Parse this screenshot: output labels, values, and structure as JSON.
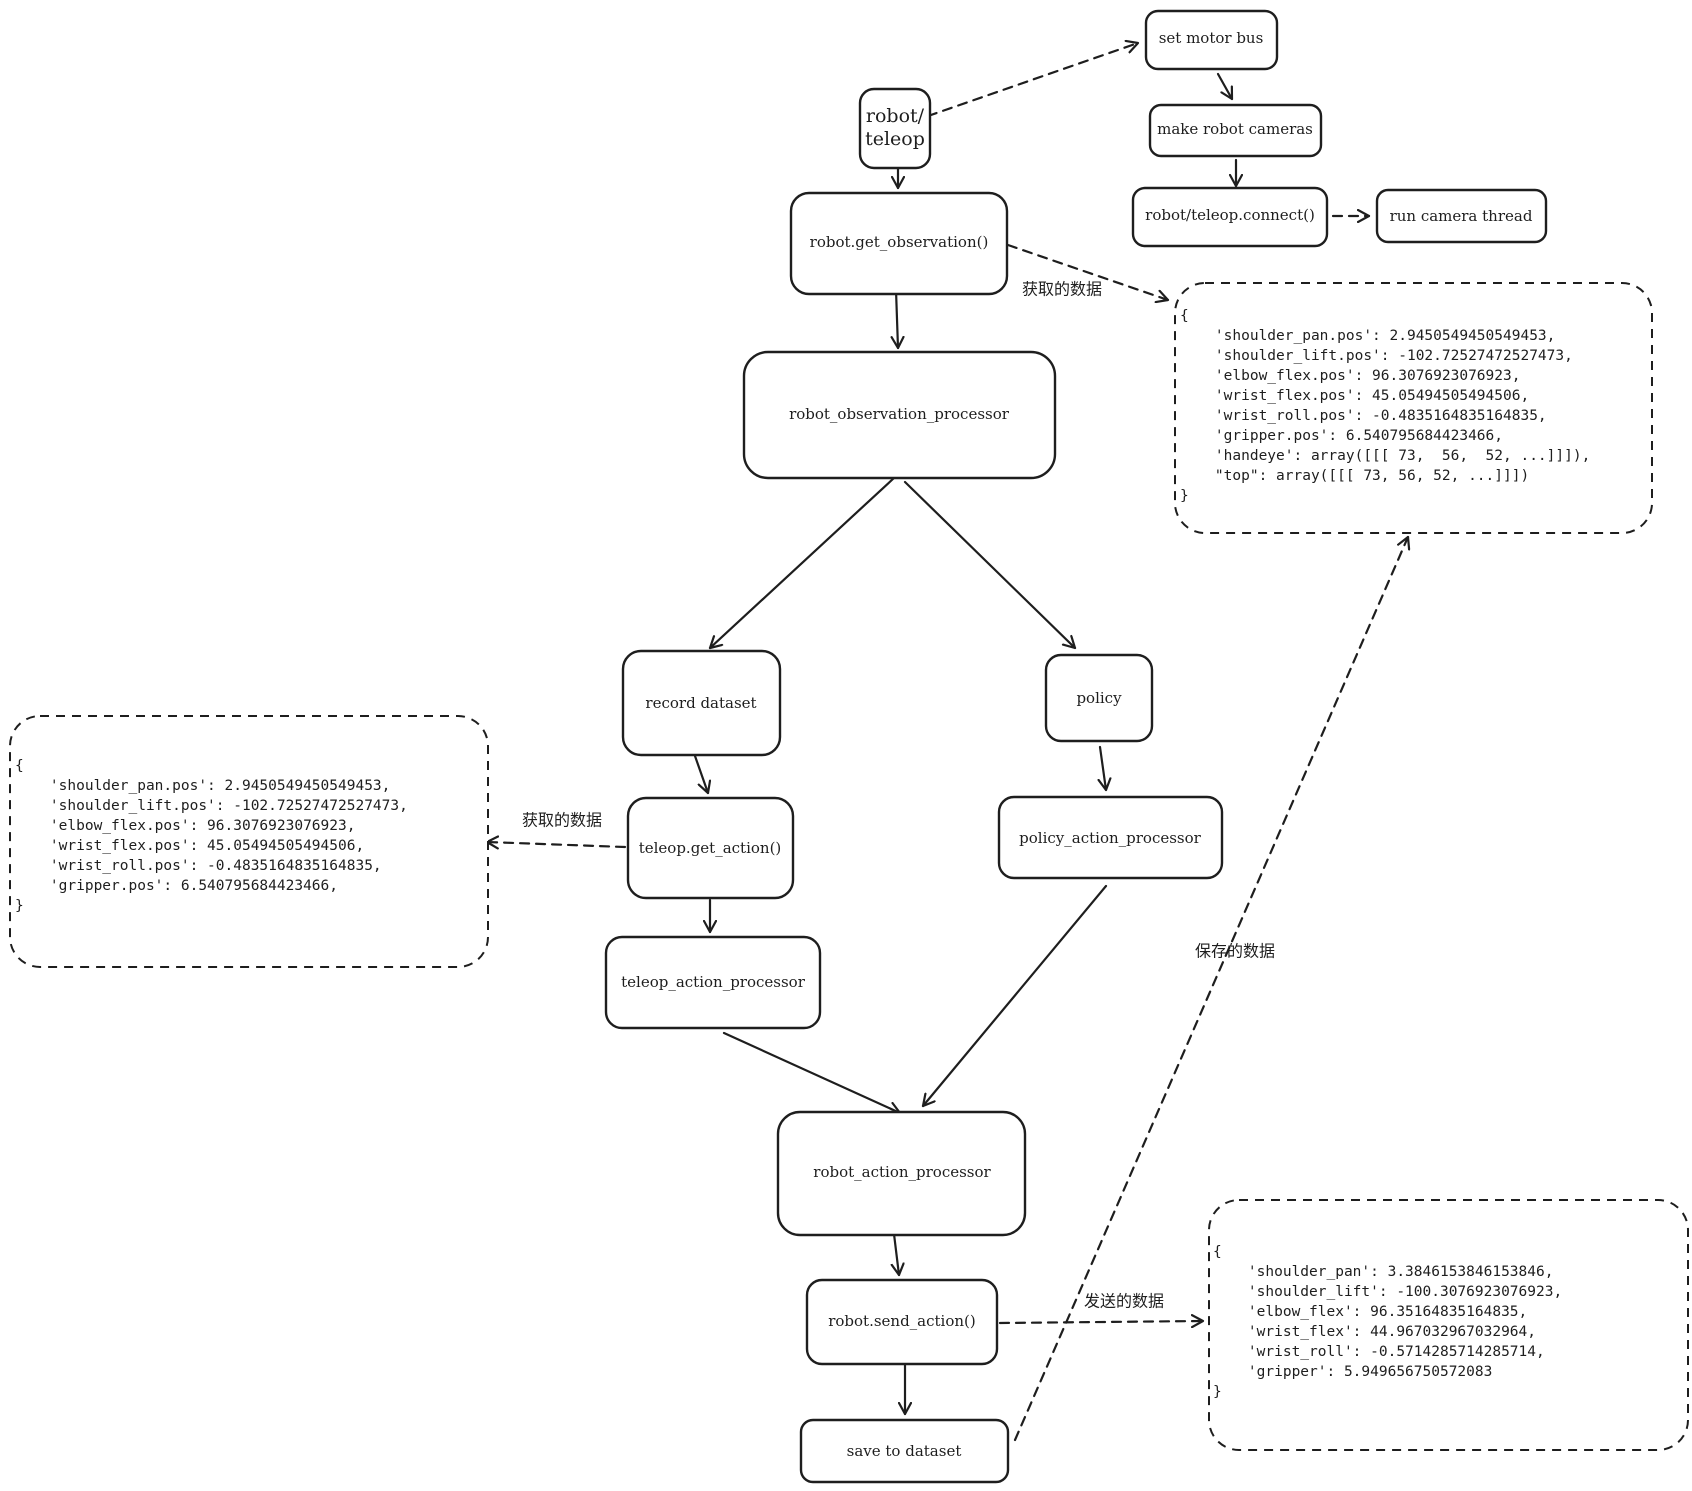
{
  "nodes": {
    "robot_teleop": [
      "robot/",
      "teleop"
    ],
    "set_motor_bus": "set motor bus",
    "make_robot_cameras": "make robot cameras",
    "connect": "robot/teleop.connect()",
    "run_camera_thread": "run camera thread",
    "get_observation": "robot.get_observation()",
    "observation_processor": "robot_observation_processor",
    "record_dataset": "record dataset",
    "policy": "policy",
    "teleop_get_action": "teleop.get_action()",
    "policy_action_processor": "policy_action_processor",
    "teleop_action_processor": "teleop_action_processor",
    "robot_action_processor": "robot_action_processor",
    "send_action": "robot.send_action()",
    "save_to_dataset": "save to dataset"
  },
  "edge_labels": {
    "observation_data": "获取的数据",
    "action_data": "获取的数据",
    "saved_data": "保存的数据",
    "sent_data": "发送的数据"
  },
  "notes": {
    "observation": [
      "{",
      "    'shoulder_pan.pos': 2.9450549450549453,",
      "    'shoulder_lift.pos': -102.72527472527473,",
      "    'elbow_flex.pos': 96.3076923076923,",
      "    'wrist_flex.pos': 45.05494505494506,",
      "    'wrist_roll.pos': -0.4835164835164835,",
      "    'gripper.pos': 6.540795684423466,",
      "    'handeye': array([[[ 73,  56,  52, ...]]]),",
      "    \"top\": array([[[ 73, 56, 52, ...]]])",
      "}"
    ],
    "teleop_action": [
      "{",
      "    'shoulder_pan.pos': 2.9450549450549453,",
      "    'shoulder_lift.pos': -102.72527472527473,",
      "    'elbow_flex.pos': 96.3076923076923,",
      "    'wrist_flex.pos': 45.05494505494506,",
      "    'wrist_roll.pos': -0.4835164835164835,",
      "    'gripper.pos': 6.540795684423466,",
      "}"
    ],
    "sent_action": [
      "{",
      "    'shoulder_pan': 3.3846153846153846,",
      "    'shoulder_lift': -100.3076923076923,",
      "    'elbow_flex': 96.35164835164835,",
      "    'wrist_flex': 44.967032967032964,",
      "    'wrist_roll': -0.5714285714285714,",
      "    'gripper': 5.949656750572083",
      "}"
    ]
  }
}
